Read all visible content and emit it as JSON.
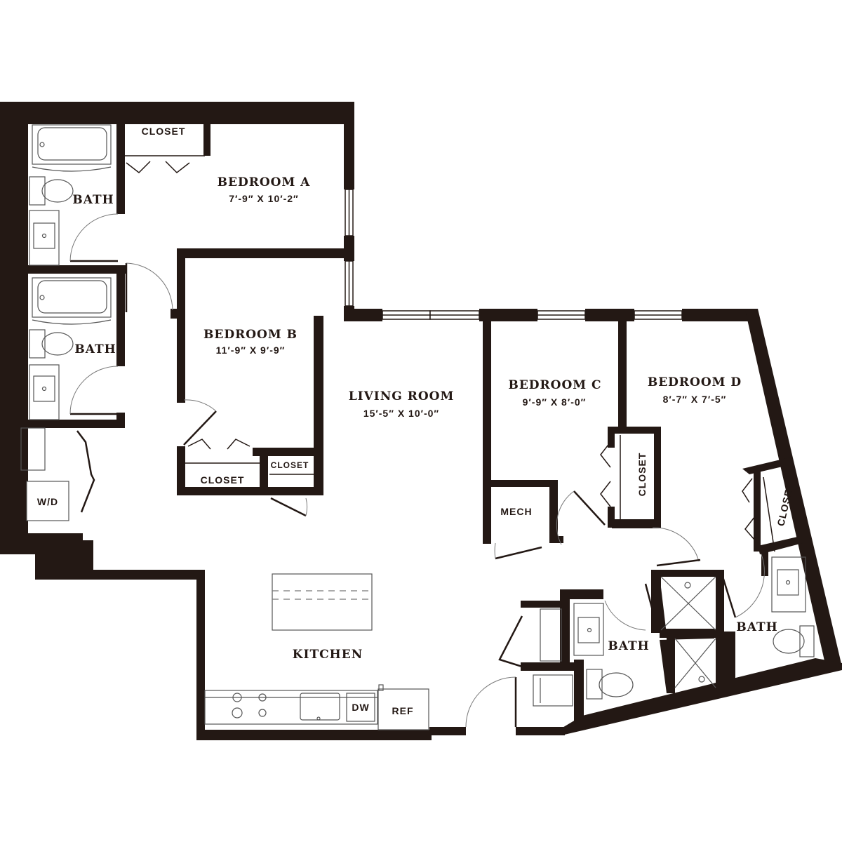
{
  "rooms": {
    "bedroom_a": {
      "name": "BEDROOM A",
      "dims": "7′-9″ X 10′-2″"
    },
    "bedroom_b": {
      "name": "BEDROOM B",
      "dims": "11′-9″ X 9′-9″"
    },
    "bedroom_c": {
      "name": "BEDROOM C",
      "dims": "9′-9″ X 8′-0″"
    },
    "bedroom_d": {
      "name": "BEDROOM D",
      "dims": "8′-7″ X 7′-5″"
    },
    "living_room": {
      "name": "LIVING ROOM",
      "dims": "15′-5″ X 10′-0″"
    },
    "kitchen": {
      "name": "KITCHEN"
    },
    "bath_1": {
      "name": "BATH"
    },
    "bath_2": {
      "name": "BATH"
    },
    "bath_3": {
      "name": "BATH"
    },
    "bath_4": {
      "name": "BATH"
    },
    "mech": {
      "name": "MECH"
    }
  },
  "closets": {
    "bedroom_a": "CLOSET",
    "bedroom_b": "CLOSET",
    "hall": "CLOSET",
    "bedroom_c": "CLOSET",
    "bedroom_d": "CLOSET"
  },
  "appliances": {
    "washer_dryer": "W/D",
    "dishwasher": "DW",
    "refrigerator": "REF"
  },
  "colors": {
    "wall": "#231814",
    "background": "#ffffff"
  }
}
